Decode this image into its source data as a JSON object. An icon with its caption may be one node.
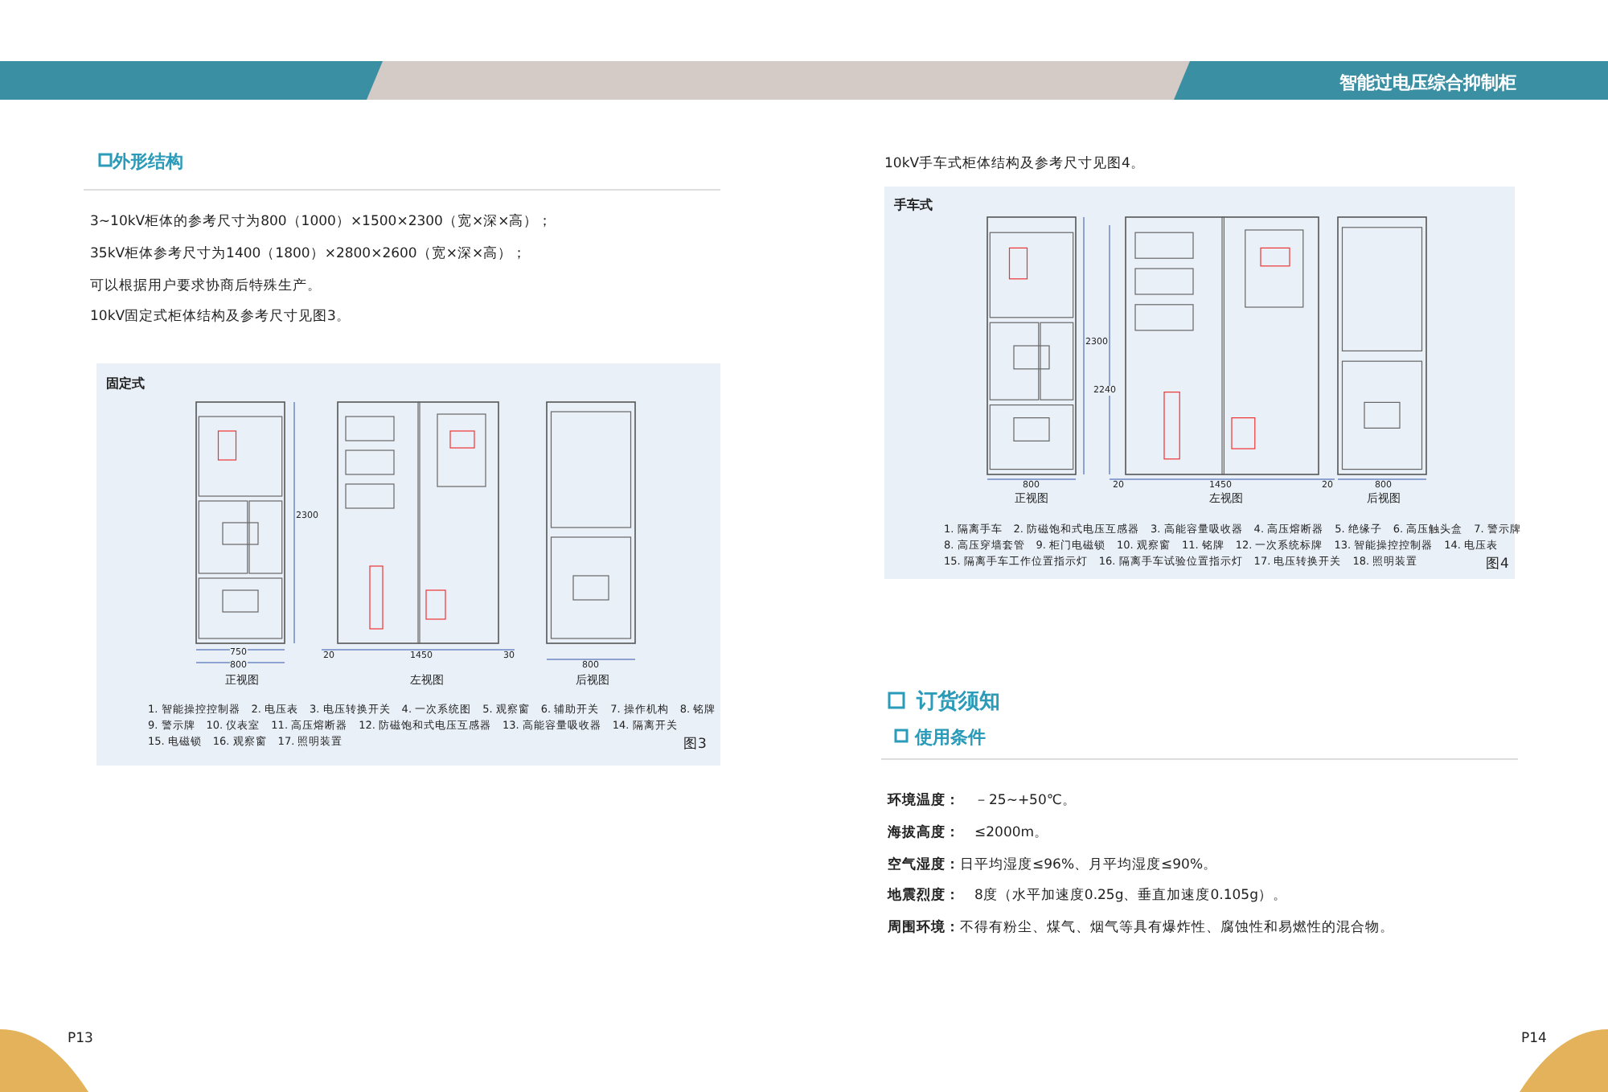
{
  "diagram": {
    "labels": [
      "智能过电压综合抑制柜",
      "外形结构",
      "3~10kV柜体的参考尺寸为800（1000）×1500×2300（宽×深×高）；",
      "35kV柜体参考尺寸为1400（1800）×2800×2600（宽×深×高）；",
      "可以根据用户要求协商后特殊生产。",
      "10kV固定式柜体结构及参考尺寸见图3。",
      "固定式",
      "2300",
      "750",
      "800",
      "正视图",
      "20",
      "1450",
      "30",
      "左视图",
      "800",
      "后视图",
      "1. 智能操控控制器　2. 电压表　3. 电压转换开关　4. 一次系统图　5. 观察窗　6. 辅助开关　7. 操作机构　8. 铭牌",
      "9. 警示牌　10. 仪表室　11. 高压熔断器　12. 防磁饱和式电压互感器　13. 高能容量吸收器　14. 隔离开关",
      "15. 电磁锁　16. 观察窗　17. 照明装置",
      "图3",
      "10kV手车式柜体结构及参考尺寸见图4。",
      "手车式",
      "2300",
      "2240",
      "800",
      "正视图",
      "20",
      "1450",
      "20",
      "左视图",
      "800",
      "后视图",
      "1. 隔离手车　2. 防磁饱和式电压互感器　3. 高能容量吸收器　4. 高压熔断器　5. 绝缘子　6. 高压触头盒　7. 警示牌",
      "8. 高压穿墙套管　9. 柜门电磁锁　10. 观察窗　11. 铭牌　12. 一次系统标牌　13. 智能操控控制器　14. 电压表",
      "15. 隔离手车工作位置指示灯　16. 隔离手车试验位置指示灯　17. 电压转换开关　18. 照明装置",
      "图4",
      "订货须知",
      "使用条件",
      "**环境温度：**　－25~+50℃。",
      "**海拔高度：**　≤2000m。",
      "**空气湿度：**日平均湿度≤96%、月平均湿度≤90%。",
      "**地震烈度：**　8度（水平加速度0.25g、垂直加速度0.105g）。",
      "**周围环境：**不得有粉尘、煤气、烟气等具有爆炸性、腐蚀性和易燃性的混合物。",
      "P13",
      "P14"
    ]
  }
}
